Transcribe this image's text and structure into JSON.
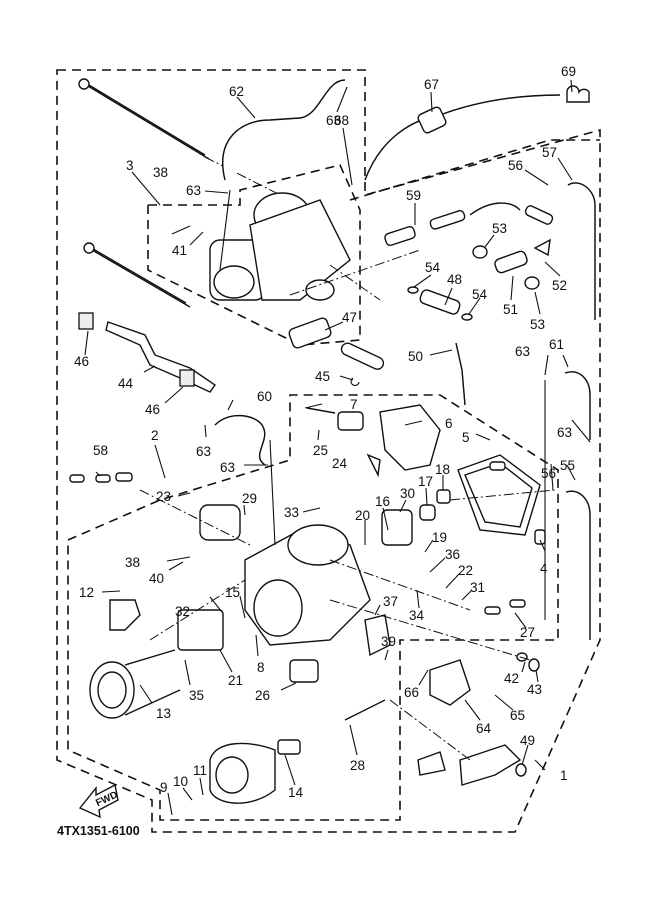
{
  "diagram": {
    "title": "Carburetor exploded parts diagram",
    "drawing_code": "4TX1351-6100",
    "direction_label": "FWD",
    "callouts": [
      {
        "id": "c1",
        "label": "1"
      },
      {
        "id": "c2",
        "label": "2"
      },
      {
        "id": "c3",
        "label": "3"
      },
      {
        "id": "c4",
        "label": "4"
      },
      {
        "id": "c5",
        "label": "5"
      },
      {
        "id": "c6",
        "label": "6"
      },
      {
        "id": "c7",
        "label": "7"
      },
      {
        "id": "c8",
        "label": "8"
      },
      {
        "id": "c9",
        "label": "9"
      },
      {
        "id": "c10",
        "label": "10"
      },
      {
        "id": "c11",
        "label": "11"
      },
      {
        "id": "c12",
        "label": "12"
      },
      {
        "id": "c13",
        "label": "13"
      },
      {
        "id": "c14",
        "label": "14"
      },
      {
        "id": "c15",
        "label": "15"
      },
      {
        "id": "c16",
        "label": "16"
      },
      {
        "id": "c17",
        "label": "17"
      },
      {
        "id": "c18",
        "label": "18"
      },
      {
        "id": "c19",
        "label": "19"
      },
      {
        "id": "c20",
        "label": "20"
      },
      {
        "id": "c21",
        "label": "21"
      },
      {
        "id": "c22",
        "label": "22"
      },
      {
        "id": "c23",
        "label": "23"
      },
      {
        "id": "c24",
        "label": "24"
      },
      {
        "id": "c25",
        "label": "25"
      },
      {
        "id": "c26",
        "label": "26"
      },
      {
        "id": "c27",
        "label": "27"
      },
      {
        "id": "c28",
        "label": "28"
      },
      {
        "id": "c29",
        "label": "29"
      },
      {
        "id": "c30",
        "label": "30"
      },
      {
        "id": "c31",
        "label": "31"
      },
      {
        "id": "c32",
        "label": "32"
      },
      {
        "id": "c33",
        "label": "33"
      },
      {
        "id": "c34",
        "label": "34"
      },
      {
        "id": "c35",
        "label": "35"
      },
      {
        "id": "c36",
        "label": "36"
      },
      {
        "id": "c37",
        "label": "37"
      },
      {
        "id": "c38a",
        "label": "38"
      },
      {
        "id": "c38b",
        "label": "38"
      },
      {
        "id": "c39",
        "label": "39"
      },
      {
        "id": "c40",
        "label": "40"
      },
      {
        "id": "c41",
        "label": "41"
      },
      {
        "id": "c42",
        "label": "42"
      },
      {
        "id": "c43",
        "label": "43"
      },
      {
        "id": "c44",
        "label": "44"
      },
      {
        "id": "c45",
        "label": "45"
      },
      {
        "id": "c46a",
        "label": "46"
      },
      {
        "id": "c46b",
        "label": "46"
      },
      {
        "id": "c47",
        "label": "47"
      },
      {
        "id": "c48",
        "label": "48"
      },
      {
        "id": "c49",
        "label": "49"
      },
      {
        "id": "c50",
        "label": "50"
      },
      {
        "id": "c51",
        "label": "51"
      },
      {
        "id": "c52",
        "label": "52"
      },
      {
        "id": "c53a",
        "label": "53"
      },
      {
        "id": "c53b",
        "label": "53"
      },
      {
        "id": "c54a",
        "label": "54"
      },
      {
        "id": "c54b",
        "label": "54"
      },
      {
        "id": "c55",
        "label": "55"
      },
      {
        "id": "c56a",
        "label": "56"
      },
      {
        "id": "c56b",
        "label": "56"
      },
      {
        "id": "c57",
        "label": "57"
      },
      {
        "id": "c58",
        "label": "58"
      },
      {
        "id": "c59",
        "label": "59"
      },
      {
        "id": "c60",
        "label": "60"
      },
      {
        "id": "c61",
        "label": "61"
      },
      {
        "id": "c62",
        "label": "62"
      },
      {
        "id": "c63a",
        "label": "63"
      },
      {
        "id": "c63b",
        "label": "63"
      },
      {
        "id": "c63c",
        "label": "63"
      },
      {
        "id": "c63d",
        "label": "63"
      },
      {
        "id": "c63e",
        "label": "63"
      },
      {
        "id": "c63f",
        "label": "63"
      },
      {
        "id": "c64",
        "label": "64"
      },
      {
        "id": "c65",
        "label": "65"
      },
      {
        "id": "c66",
        "label": "66"
      },
      {
        "id": "c67",
        "label": "67"
      },
      {
        "id": "c68",
        "label": "68"
      },
      {
        "id": "c69",
        "label": "69"
      }
    ]
  }
}
